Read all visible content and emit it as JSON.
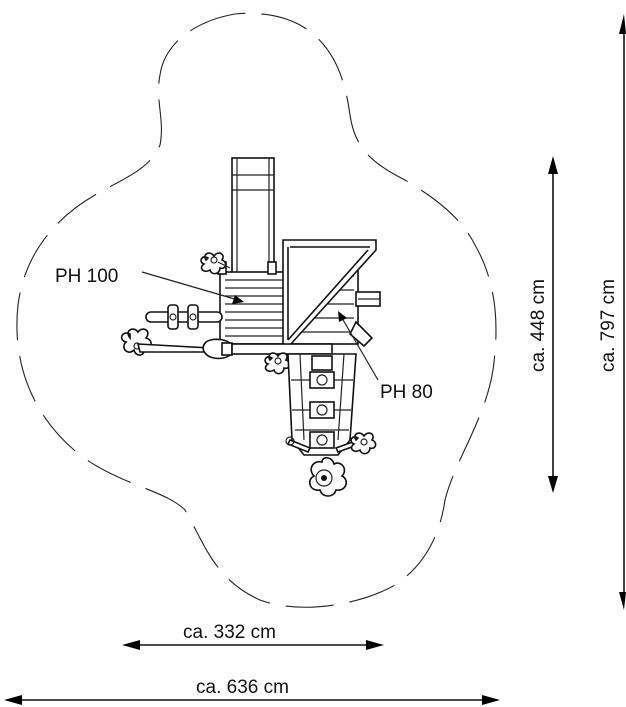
{
  "labels": {
    "platform_100": "PH 100",
    "platform_80": "PH 80",
    "depth_equipment": "ca. 448 cm",
    "depth_total": "ca. 797 cm",
    "width_equipment": "ca. 332 cm",
    "width_total": "ca. 636 cm"
  }
}
